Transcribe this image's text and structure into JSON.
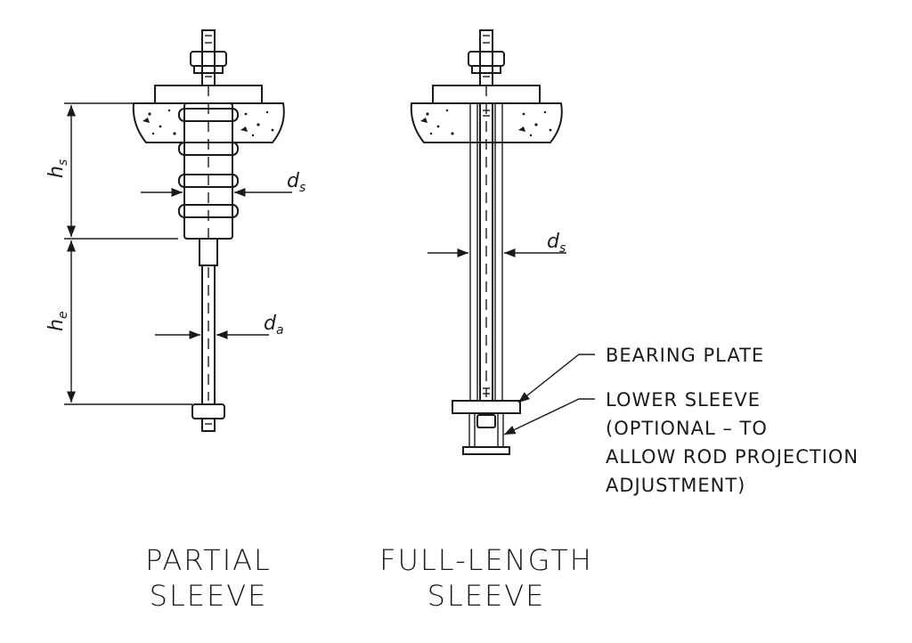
{
  "captions": {
    "partial_line1": "PARTIAL",
    "partial_line2": "SLEEVE",
    "full_line1": "FULL-LENGTH",
    "full_line2": "SLEEVE"
  },
  "dimensions": {
    "hs": {
      "main": "h",
      "sub": "s"
    },
    "he": {
      "main": "h",
      "sub": "e"
    },
    "ds_partial": {
      "main": "d",
      "sub": "s"
    },
    "da": {
      "main": "d",
      "sub": "a"
    },
    "ds_full": {
      "main": "d",
      "sub": "s"
    }
  },
  "callouts": {
    "bearing_plate": "BEARING PLATE",
    "lower_sleeve_line1": "LOWER SLEEVE",
    "lower_sleeve_line2": "(OPTIONAL – TO",
    "lower_sleeve_line3": "ALLOW ROD PROJECTION",
    "lower_sleeve_line4": "ADJUSTMENT)"
  },
  "colors": {
    "ink": "#1a1a1a",
    "paper": "#ffffff",
    "concrete": "#f2f2f2"
  }
}
